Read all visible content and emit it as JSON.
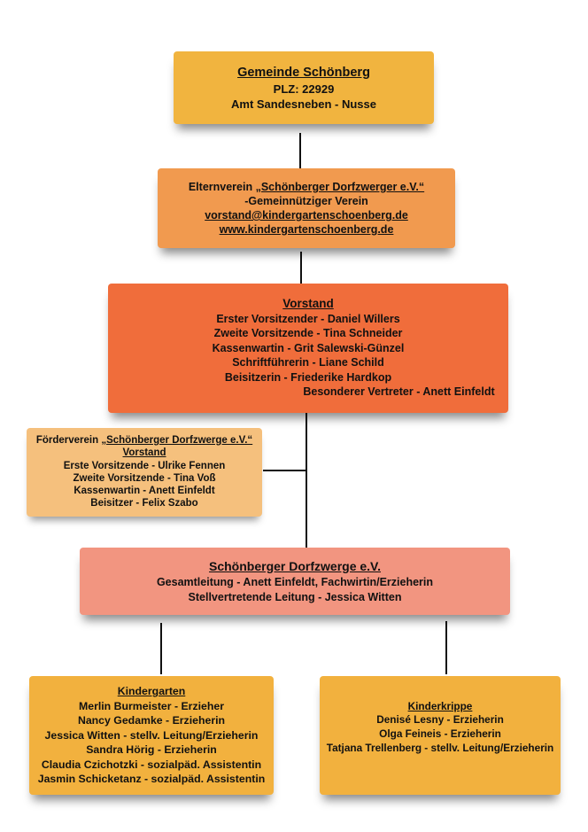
{
  "gemeinde": {
    "title": "Gemeinde Schönberg",
    "plz": "PLZ: 22929",
    "amt": "Amt Sandesneben - Nusse",
    "color": "#f1b43f"
  },
  "elternverein": {
    "prefix": "Elternverein ",
    "name": "„Schönberger Dorfzwerger e.V.“",
    "subtitle": "-Gemeinnütziger Verein",
    "email": "vorstand@kindergartenschoenberg.de",
    "website": "www.kindergartenschoenberg.de",
    "color": "#f19a4f"
  },
  "vorstand": {
    "title": "Vorstand",
    "members": [
      "Erster Vorsitzender - Daniel Willers",
      "Zweite Vorsitzende - Tina Schneider",
      "Kassenwartin - Grit Salewski-Günzel",
      "Schriftführerin - Liane Schild",
      "Beisitzerin - Friederike Hardkop",
      "Besonderer Vertreter - Anett Einfeldt"
    ],
    "color": "#f06d3b"
  },
  "foerderverein": {
    "prefix": "Förderverein ",
    "name": "„Schönberger Dorfzwerge e.V.“",
    "subtitle": "Vorstand",
    "members": [
      "Erste Vorsitzende - Ulrike Fennen",
      "Zweite Vorsitzende - Tina Voß",
      "Kassenwartin - Anett Einfeldt",
      "Beisitzer - Felix Szabo"
    ],
    "color": "#f5c07d"
  },
  "dorfzwerge": {
    "title": "Schönberger Dorfzwerge e.V.",
    "lines": [
      "Gesamtleitung - Anett Einfeldt, Fachwirtin/Erzieherin",
      "Stellvertretende Leitung - Jessica Witten"
    ],
    "color": "#f29580"
  },
  "kindergarten": {
    "title": "Kindergarten",
    "members": [
      "Merlin Burmeister - Erzieher",
      "Nancy Gedamke - Erzieherin",
      "Jessica Witten - stellv. Leitung/Erzieherin",
      "Sandra Hörig - Erzieherin",
      "Claudia Czichotzki - sozialpäd. Assistentin",
      "Jasmin Schicketanz - sozialpäd. Assistentin"
    ],
    "color": "#f2b13e"
  },
  "kinderkrippe": {
    "title": "Kinderkrippe",
    "members": [
      "Denisé Lesny - Erzieherin",
      "Olga Feineis - Erzieherin",
      "Tatjana Trellenberg - stellv. Leitung/Erzieherin"
    ],
    "color": "#f2b13e"
  }
}
